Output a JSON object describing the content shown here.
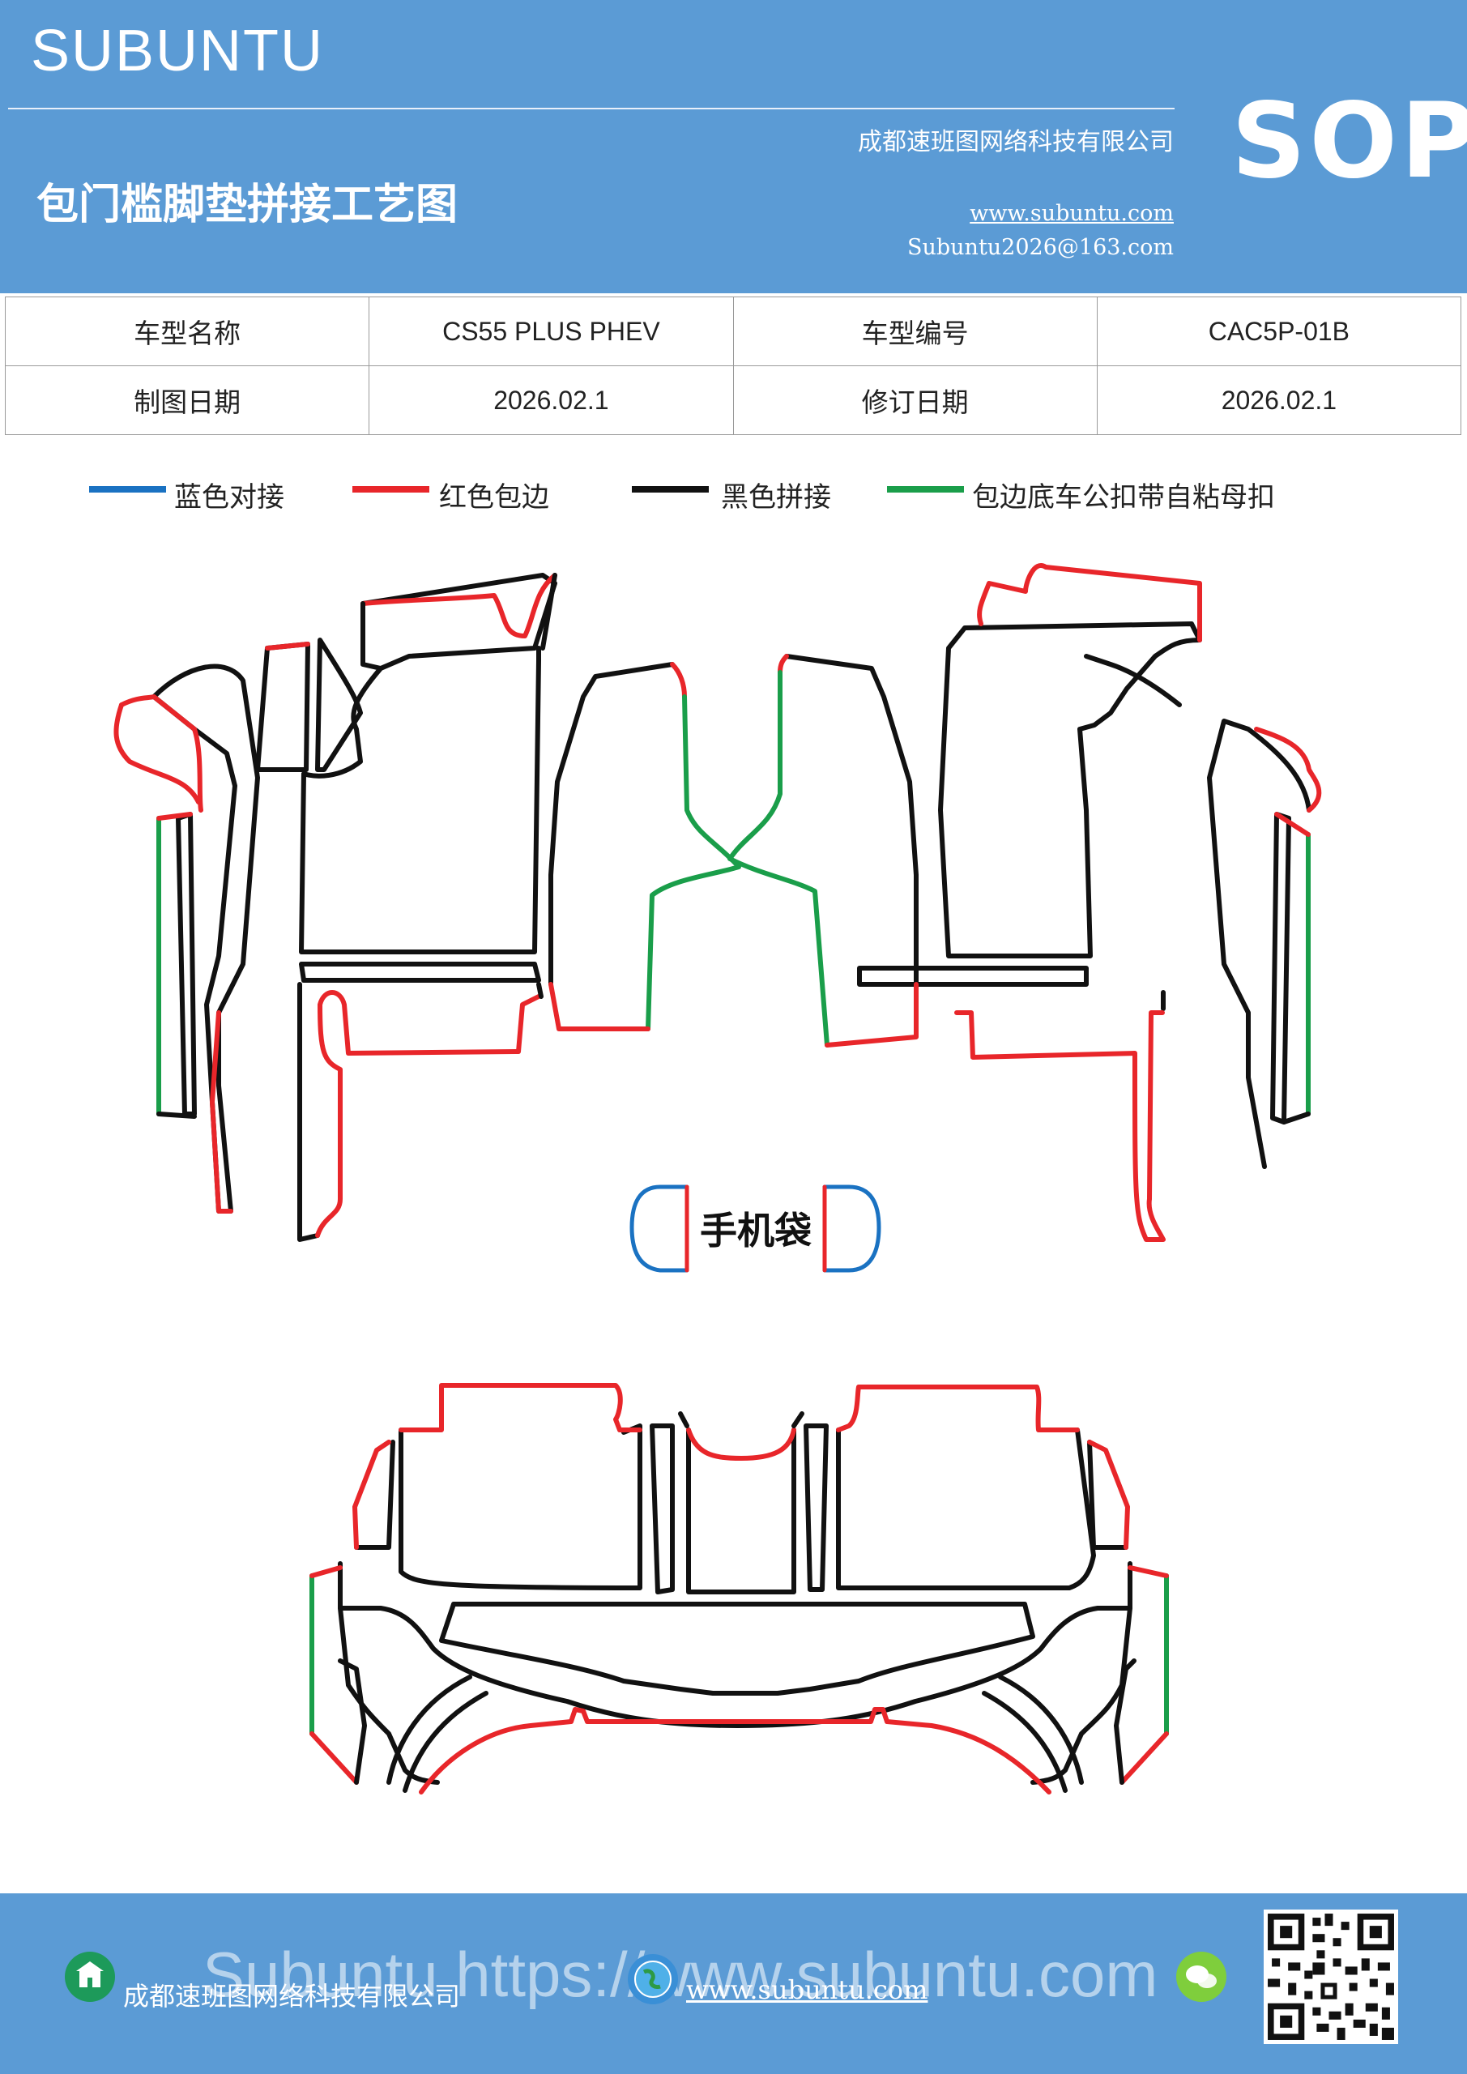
{
  "header": {
    "brand": "SUBUNTU",
    "title": "包门槛脚垫拼接工艺图",
    "company": "成都速班图网络科技有限公司",
    "website": "www.subuntu.com",
    "email": "Subuntu2026@163.com",
    "stage": "SOP"
  },
  "info_table": {
    "rows": [
      [
        "车型名称",
        "CS55  PLUS  PHEV",
        "车型编号",
        "CAC5P-01B"
      ],
      [
        "制图日期",
        "2026.02.1",
        "修订日期",
        "2026.02.1"
      ]
    ]
  },
  "legend": [
    {
      "label": "蓝色对接",
      "color": "#1a72c2"
    },
    {
      "label": "红色包边",
      "color": "#e8262a"
    },
    {
      "label": "黑色拼接",
      "color": "#111111"
    },
    {
      "label": "包边底车公扣带自粘母扣",
      "color": "#1a9e4a"
    }
  ],
  "diagram": {
    "phone_pocket_label": "手机袋"
  },
  "footer": {
    "company": "成都速班图网络科技有限公司",
    "website": "www.subuntu.com",
    "watermark": "Subuntu https://www.subuntu.com"
  },
  "colors": {
    "header_bg": "#5b9bd5",
    "blue": "#1a72c2",
    "red": "#e8262a",
    "black": "#111111",
    "green": "#1a9e4a"
  },
  "icons": [
    "building-icon",
    "globe-icon",
    "wechat-icon",
    "qr-code-icon"
  ]
}
